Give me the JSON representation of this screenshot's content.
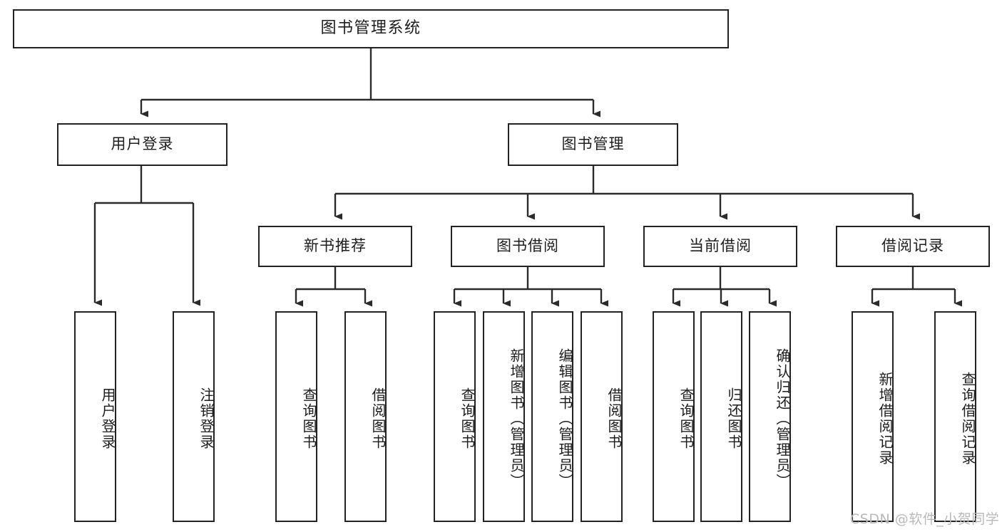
{
  "diagram": {
    "title": "图书管理系统",
    "type": "tree-hierarchy",
    "root": {
      "label": "图书管理系统"
    },
    "level2": [
      {
        "label": "用户登录"
      },
      {
        "label": "图书管理"
      }
    ],
    "level3": [
      {
        "label": "新书推荐"
      },
      {
        "label": "图书借阅"
      },
      {
        "label": "当前借阅"
      },
      {
        "label": "借阅记录"
      }
    ],
    "leaves": {
      "user_login": [
        {
          "label": "用户登录"
        },
        {
          "label": "注销登录"
        }
      ],
      "new_book_recommend": [
        {
          "label": "查询图书"
        },
        {
          "label": "借阅图书"
        }
      ],
      "book_borrow": [
        {
          "label": "查询图书"
        },
        {
          "label": "新增图书（管理员）"
        },
        {
          "label": "编辑图书（管理员）"
        },
        {
          "label": "借阅图书"
        }
      ],
      "current_borrow": [
        {
          "label": "查询图书"
        },
        {
          "label": "归还图书"
        },
        {
          "label": "确认归还（管理员）"
        }
      ],
      "borrow_record": [
        {
          "label": "新增借阅记录"
        },
        {
          "label": "查询借阅记录"
        }
      ]
    }
  },
  "watermark": {
    "text": "CSDN @软件_小贺同学"
  },
  "colors": {
    "stroke": "#222222",
    "background": "#ffffff",
    "text": "#1d1d1d",
    "watermark": "#b9b9b9"
  }
}
